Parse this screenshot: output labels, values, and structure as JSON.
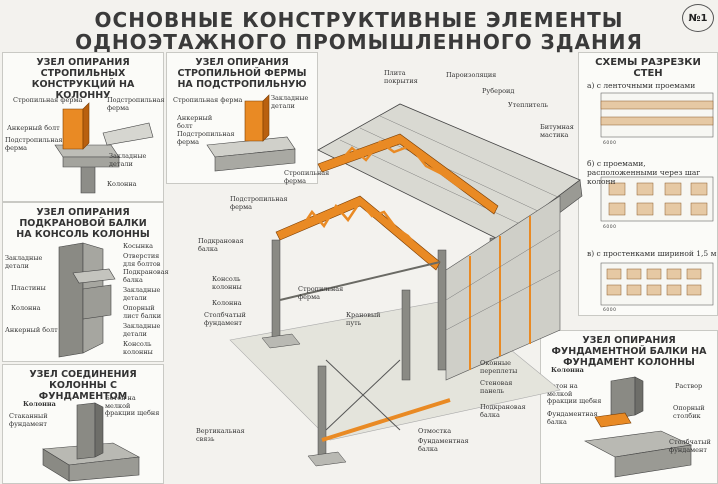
{
  "header": {
    "title_line1": "ОСНОВНЫЕ КОНСТРУКТИВНЫЕ ЭЛЕМЕНТЫ",
    "title_line2": "ОДНОЭТАЖНОГО ПРОМЫШЛЕННОГО ЗДАНИЯ",
    "sheet_number": "№1"
  },
  "panels": {
    "truss_column": {
      "title": "УЗЕЛ ОПИРАНИЯ СТРОПИЛЬНЫХ КОНСТРУКЦИЙ НА КОЛОННУ",
      "labels": [
        "Стропильная ферма",
        "Подстропильная ферма",
        "Анкерный болт",
        "Подстропильная ферма",
        "Закладные детали",
        "Колонна"
      ]
    },
    "truss_subtruss": {
      "title": "УЗЕЛ ОПИРАНИЯ СТРОПИЛЬНОЙ ФЕРМЫ НА ПОДСТРОПИЛЬНУЮ",
      "labels": [
        "Стропильная ферма",
        "Закладные детали",
        "Анкерный болт",
        "Подстропильная ферма"
      ]
    },
    "crane_beam": {
      "title": "УЗЕЛ ОПИРАНИЯ ПОДКРАНОВОЙ БАЛКИ НА КОНСОЛЬ КОЛОННЫ",
      "labels": [
        "Косынка",
        "Закладные детали",
        "Отверстия для болтов",
        "Подкрановая балка",
        "Пластины",
        "Закладные детали",
        "Колонна",
        "Опорный лист балки",
        "Анкерный болт",
        "Закладные детали",
        "Консоль колонны"
      ]
    },
    "column_foundation": {
      "title": "УЗЕЛ СОЕДИНЕНИЯ КОЛОННЫ С ФУНДАМЕНТОМ",
      "labels": [
        "Колонна",
        "Бетон на мелкой фракции щебня",
        "Стаканный фундамент"
      ]
    },
    "wall_schemes": {
      "title": "СХЕМЫ РАЗРЕЗКИ СТЕН",
      "subtitles": [
        "а) с ленточными проемами",
        "б) с проемами, расположенными через шаг колонн",
        "в) с простенками шириной 1,5 м"
      ],
      "dimension": "6000"
    },
    "foundation_beam": {
      "title": "УЗЕЛ ОПИРАНИЯ ФУНДАМЕНТНОЙ БАЛКИ НА ФУНДАМЕНТ КОЛОННЫ",
      "labels": [
        "Колонна",
        "Раствор",
        "Бетон на мелкой фракции щебня",
        "Опорный столбик",
        "Фундаментная балка",
        "Столбчатый фундамент"
      ]
    }
  },
  "main": {
    "labels": [
      "Плита покрытия",
      "Пароизоляция",
      "Рубероид",
      "Утеплитель",
      "Битумная мастика",
      "Стропильная ферма",
      "Подстропильная ферма",
      "Подкрановая балка",
      "Консоль колонны",
      "Колонна",
      "Столбчатый фундамент",
      "Стропильная ферма",
      "Крановый путь",
      "Оконные переплеты",
      "Стеновая панель",
      "Подкрановая балка",
      "Вертикальная связь",
      "Отмостка",
      "Фундаментная балка"
    ]
  },
  "colors": {
    "steel": "#e98a24",
    "concrete": "#9a9a94",
    "title": "#3a3a3a",
    "outline": "#555555"
  }
}
